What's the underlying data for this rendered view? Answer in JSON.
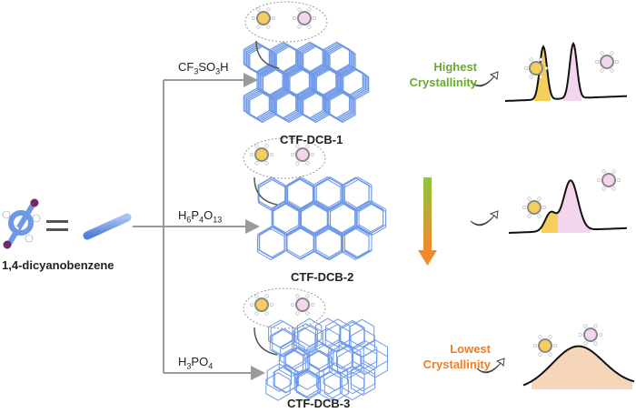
{
  "monomer": {
    "label": "1,4-dicyanobenzene",
    "equals": "="
  },
  "conditions": [
    {
      "parts": [
        "CF",
        "3",
        "SO",
        "3",
        "H"
      ]
    },
    {
      "parts": [
        "H",
        "6",
        "P",
        "4",
        "O",
        "13"
      ]
    },
    {
      "parts": [
        "H",
        "3",
        "PO",
        "4"
      ]
    }
  ],
  "products": [
    {
      "label": "CTF-DCB-1"
    },
    {
      "label": "CTF-DCB-2"
    },
    {
      "label": "CTF-DCB-3"
    }
  ],
  "crystallinity": {
    "high": {
      "line1": "Highest",
      "line2": "Crystallinity"
    },
    "low": {
      "line1": "Lowest",
      "line2": "Crystallinity"
    }
  },
  "colors": {
    "framework": "#6e98e8",
    "high": "#6aaa2e",
    "low": "#ef7d22",
    "arrow": "#9a9a9a",
    "peak_yellow": "#f5cf5a",
    "peak_pink": "#f3d6ee",
    "peak_orange": "#f6d6b8"
  }
}
